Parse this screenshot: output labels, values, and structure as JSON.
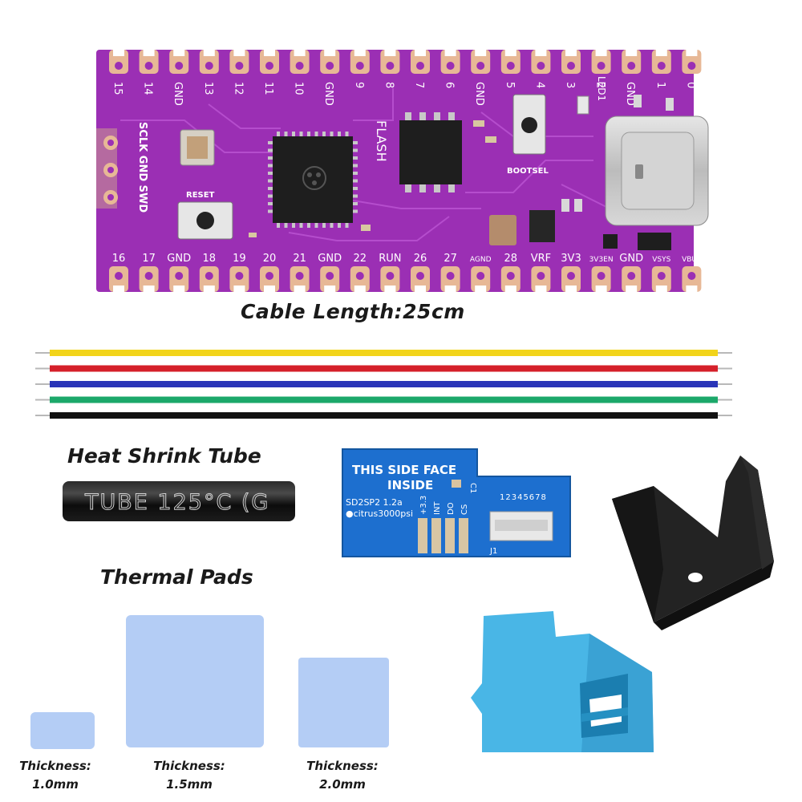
{
  "board": {
    "top_pins": [
      "15",
      "14",
      "GND",
      "13",
      "12",
      "11",
      "10",
      "GND",
      "9",
      "8",
      "7",
      "6",
      "GND",
      "5",
      "4",
      "3",
      "2",
      "GND",
      "1",
      "0"
    ],
    "bottom_pins": [
      "16",
      "17",
      "GND",
      "18",
      "19",
      "20",
      "21",
      "GND",
      "22",
      "RUN",
      "26",
      "27",
      "AGND",
      "28",
      "VRF",
      "3V3",
      "3V3EN",
      "GND",
      "VSYS",
      "VBUS"
    ],
    "side_labels": [
      "SCLK",
      "GND",
      "SWD"
    ],
    "chip_label": "FLASH",
    "reset_label": "RESET",
    "bootsel_label": "BOOTSEL",
    "led_label": "LED1",
    "colors": {
      "pcb": "#9b2fb4",
      "pad": "#e7b896"
    }
  },
  "captions": {
    "cable": "Cable Length:25cm",
    "heat_shrink": "Heat Shrink Tube",
    "thermal_pads": "Thermal Pads"
  },
  "wires": [
    {
      "name": "yellow",
      "color": "#f2d41a"
    },
    {
      "name": "red",
      "color": "#d5202a"
    },
    {
      "name": "blue",
      "color": "#2a35b8"
    },
    {
      "name": "green",
      "color": "#1ca86a"
    },
    {
      "name": "black",
      "color": "#111111"
    }
  ],
  "tube": {
    "print": "TUBE 125°C (G"
  },
  "adapter": {
    "line1": "THIS SIDE FACE",
    "line2": "INSIDE",
    "model": "SD2SP2 1.2a",
    "credit": "●citrus3000psi",
    "pin_labels": [
      "+3.3",
      "INT",
      "DO",
      "CS"
    ],
    "numbers": "12345678",
    "c1": "C1",
    "j1": "J1",
    "color": "#1d6fcf"
  },
  "pads": [
    {
      "line1": "Thickness:",
      "line2": "1.0mm"
    },
    {
      "line1": "Thickness:",
      "line2": "1.5mm"
    },
    {
      "line1": "Thickness:",
      "line2": "2.0mm"
    }
  ]
}
